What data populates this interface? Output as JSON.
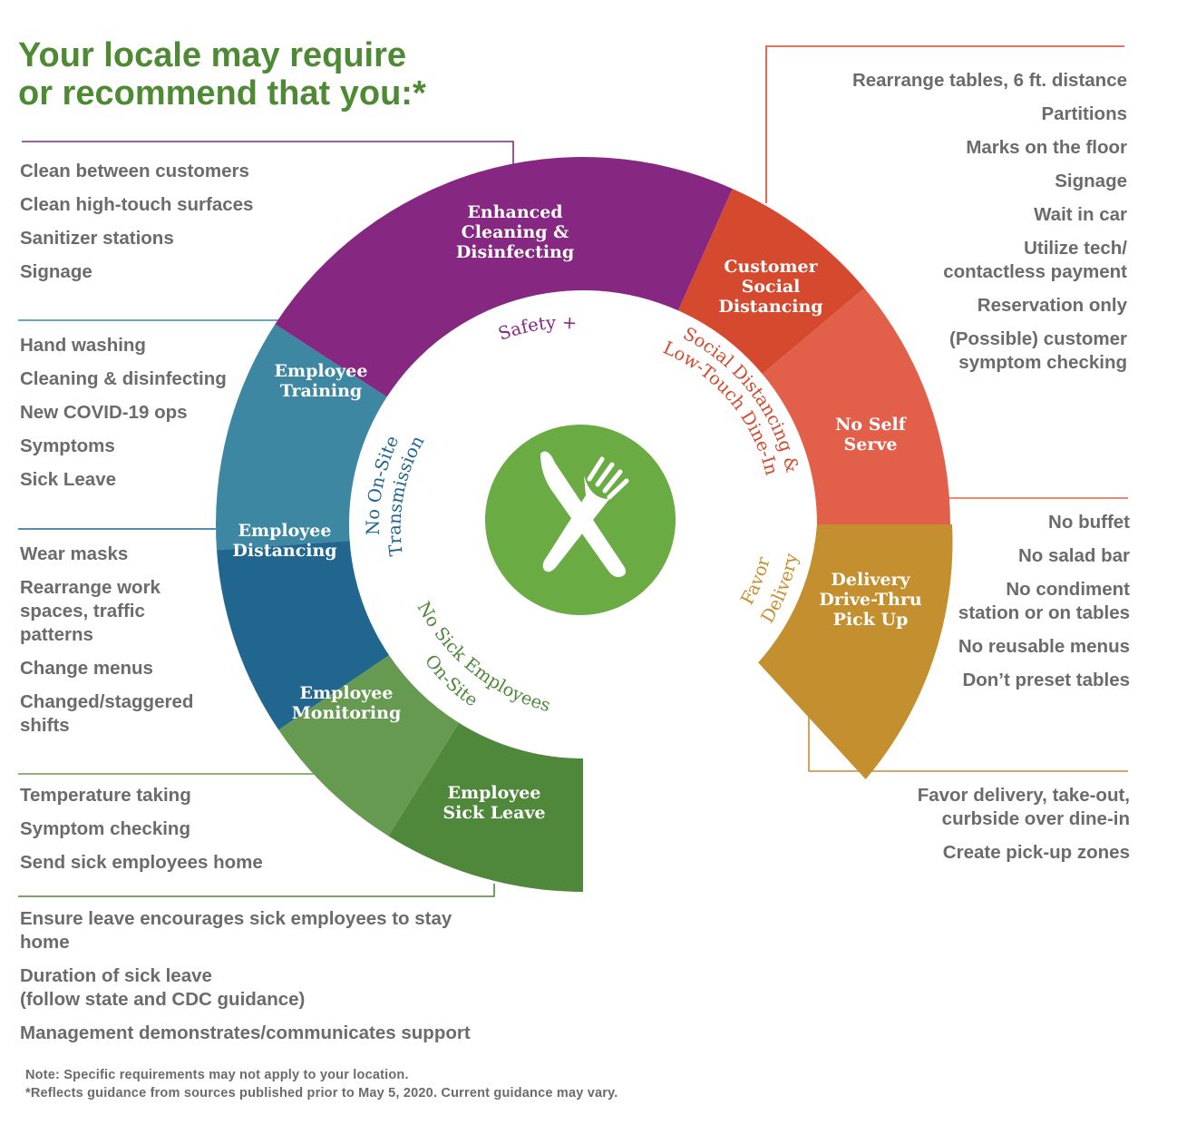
{
  "title": {
    "line1": "Your locale may require",
    "line2": "or recommend that you:*"
  },
  "colors": {
    "title_green": "#4e8a34",
    "purple": "#862781",
    "red_dark": "#d5492e",
    "red_light": "#e2604a",
    "gold": "#c38f2f",
    "teal": "#3d87a2",
    "blue": "#21668e",
    "green_light": "#679a51",
    "green_dark": "#4f873b",
    "center_green": "#6aab44",
    "text_gray": "#6b6b6b"
  },
  "segments": {
    "enhanced_cleaning": [
      "Enhanced",
      "Cleaning &",
      "Disinfecting"
    ],
    "customer_social_distancing": [
      "Customer",
      "Social",
      "Distancing"
    ],
    "no_self_serve": [
      "No Self",
      "Serve"
    ],
    "delivery": [
      "Delivery",
      "Drive-Thru",
      "Pick Up"
    ],
    "employee_training": [
      "Employee",
      "Training"
    ],
    "employee_distancing": [
      "Employee",
      "Distancing"
    ],
    "employee_monitoring": [
      "Employee",
      "Monitoring"
    ],
    "employee_sick_leave": [
      "Employee",
      "Sick Leave"
    ]
  },
  "inner_labels": {
    "safety": "Safety +",
    "social_1": "Social Distancing &",
    "social_2": "Low-Touch Dine-In",
    "favor_1": "Favor",
    "favor_2": "Delivery",
    "onsite_1": "No On-Site",
    "onsite_2": "Transmission",
    "sick_1": "No Sick Employees",
    "sick_2": "On-Site"
  },
  "center_icon": "fork-and-knife-icon",
  "lists": {
    "cleaning": [
      "Clean between customers",
      "Clean high-touch surfaces",
      "Sanitizer stations",
      "Signage"
    ],
    "training": [
      "Hand washing",
      "Cleaning & disinfecting",
      "New COVID-19 ops",
      "Symptoms",
      "Sick Leave"
    ],
    "distancing": [
      "Wear masks",
      "Rearrange work\nspaces, traffic\npatterns",
      "Change menus",
      "Changed/staggered\nshifts"
    ],
    "monitoring": [
      "Temperature taking",
      "Symptom checking",
      "Send sick employees home"
    ],
    "sick_leave": [
      "Ensure leave encourages sick employees to stay\nhome",
      "Duration of sick leave\n(follow state and CDC guidance)",
      "Management demonstrates/communicates support"
    ],
    "customer_distancing": [
      "Rearrange tables, 6 ft. distance",
      "Partitions",
      "Marks on the floor",
      "Signage",
      "Wait in car",
      "Utilize tech/\ncontactless payment",
      "Reservation only",
      "(Possible) customer\nsymptom checking"
    ],
    "no_self_serve": [
      "No buffet",
      "No salad bar",
      "No condiment\nstation or on tables",
      "No reusable menus",
      "Don’t preset tables"
    ],
    "delivery": [
      "Favor delivery, take-out,\ncurbside over dine-in",
      "Create pick-up zones"
    ]
  },
  "notes": {
    "line1": "Note: Specific requirements may not apply to your location.",
    "line2": "*Reflects guidance from sources published prior to May 5, 2020. Current guidance may vary."
  }
}
